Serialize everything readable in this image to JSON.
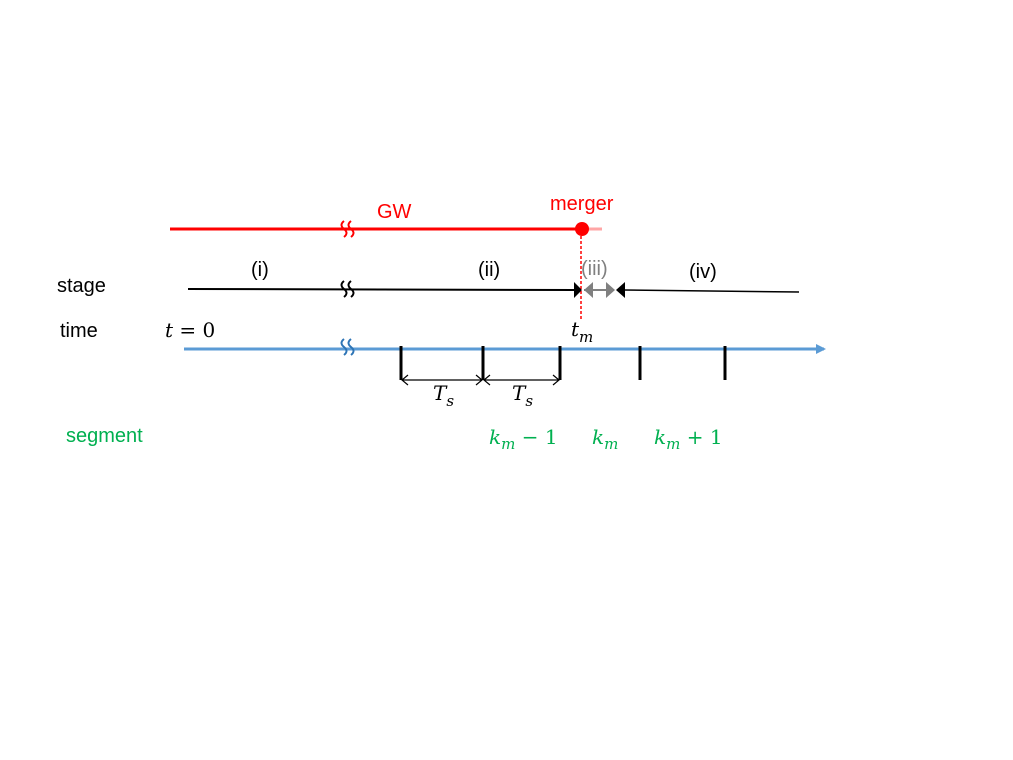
{
  "colors": {
    "gw": "#ff0000",
    "stage": "#000000",
    "time_axis": "#5b9bd5",
    "segment": "#00b050",
    "stage_iii": "#808080",
    "merger_marker": "#ff0000"
  },
  "labels": {
    "gw": "GW",
    "merger": "merger",
    "stage_row": "stage",
    "time_row": "time",
    "segment_row": "segment",
    "stage_i": "(i)",
    "stage_ii": "(ii)",
    "stage_iii": "(iii)",
    "stage_iv": "(iv)"
  },
  "math": {
    "t0_var": "t",
    "t0_rest": " = 0",
    "tm_var": "t",
    "tm_sub": "m",
    "ts1_var": "T",
    "ts1_sub": "s",
    "ts2_var": "T",
    "ts2_sub": "s",
    "seg_km1_var": "k",
    "seg_km1_sub": "m",
    "seg_km1_rest": " − 1",
    "seg_km_var": "k",
    "seg_km_sub": "m",
    "seg_kp1_var": "k",
    "seg_kp1_sub": "m",
    "seg_kp1_rest": " + 1"
  },
  "icons": {
    "break": "wavy-double-break"
  }
}
